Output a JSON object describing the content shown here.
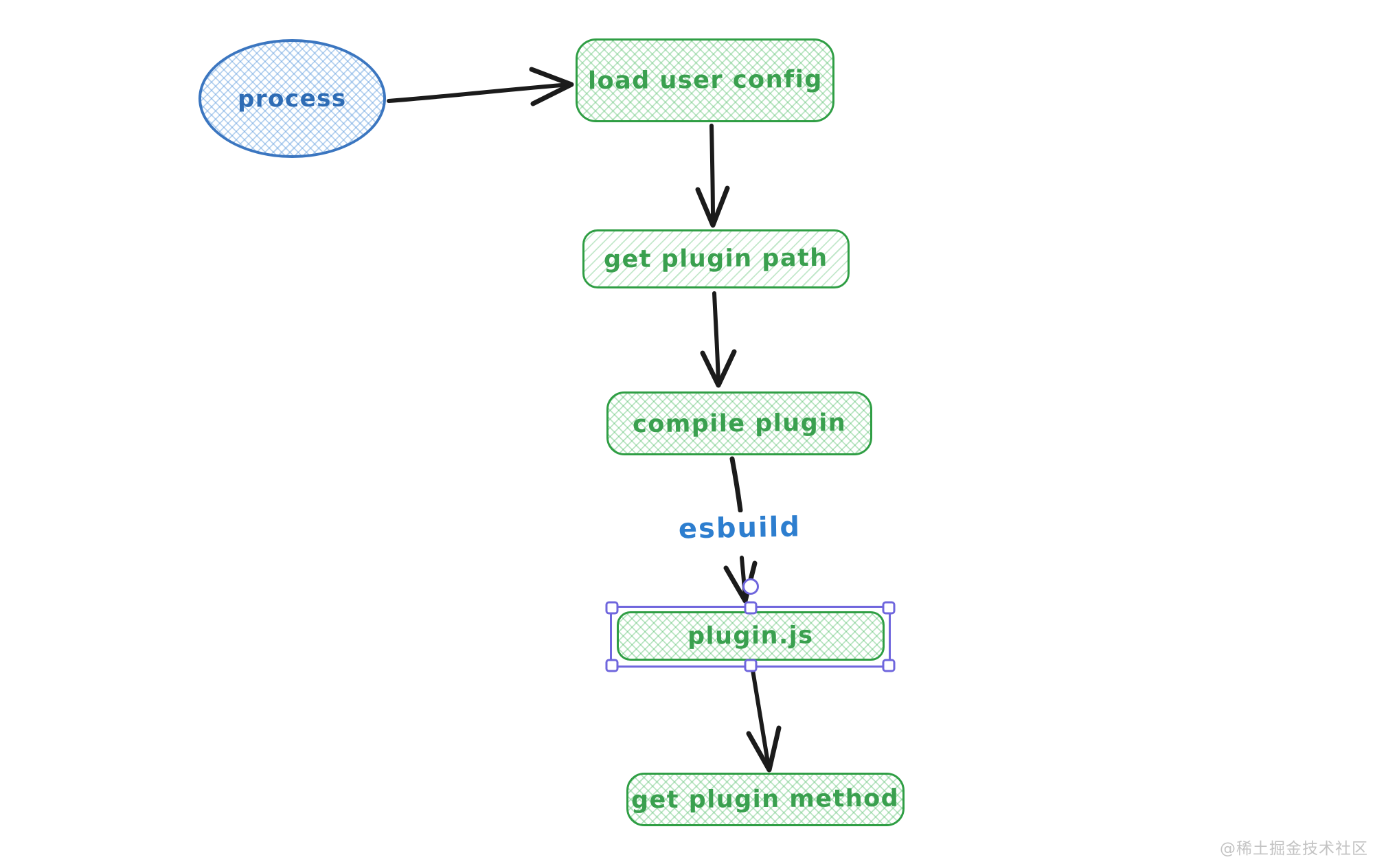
{
  "diagram": {
    "nodes": [
      {
        "id": "process",
        "shape": "ellipse",
        "label": "process",
        "stroke": "#3b76c0",
        "fill_style": "cross-hatch",
        "fill": "#a5d8ff"
      },
      {
        "id": "load-user-config",
        "shape": "rectangle",
        "label": "load user config",
        "stroke": "#2f9e44",
        "fill_style": "cross-hatch",
        "fill": "#b2f2bb"
      },
      {
        "id": "get-plugin-path",
        "shape": "rectangle",
        "label": "get plugin path",
        "stroke": "#2f9e44",
        "fill_style": "hachure",
        "fill": "#b2f2bb"
      },
      {
        "id": "compile-plugin",
        "shape": "rectangle",
        "label": "compile plugin",
        "stroke": "#2f9e44",
        "fill_style": "cross-hatch",
        "fill": "#b2f2bb"
      },
      {
        "id": "plugin-js",
        "shape": "rectangle",
        "label": "plugin.js",
        "stroke": "#2f9e44",
        "fill_style": "cross-hatch",
        "fill": "#b2f2bb",
        "selected": true
      },
      {
        "id": "get-plugin-method",
        "shape": "rectangle",
        "label": "get plugin method",
        "stroke": "#2f9e44",
        "fill_style": "cross-hatch",
        "fill": "#b2f2bb"
      }
    ],
    "edges": [
      {
        "from": "process",
        "to": "load-user-config"
      },
      {
        "from": "load-user-config",
        "to": "get-plugin-path"
      },
      {
        "from": "get-plugin-path",
        "to": "compile-plugin"
      },
      {
        "from": "compile-plugin",
        "to": "plugin-js",
        "label": "esbuild",
        "label_color": "#2d7ecf"
      },
      {
        "from": "plugin-js",
        "to": "get-plugin-method"
      }
    ],
    "arrow_color": "#1b1b1b",
    "selection_color": "#6f66dd"
  },
  "watermark": {
    "text": "@稀土掘金技术社区",
    "color": "#c3c3c3"
  }
}
